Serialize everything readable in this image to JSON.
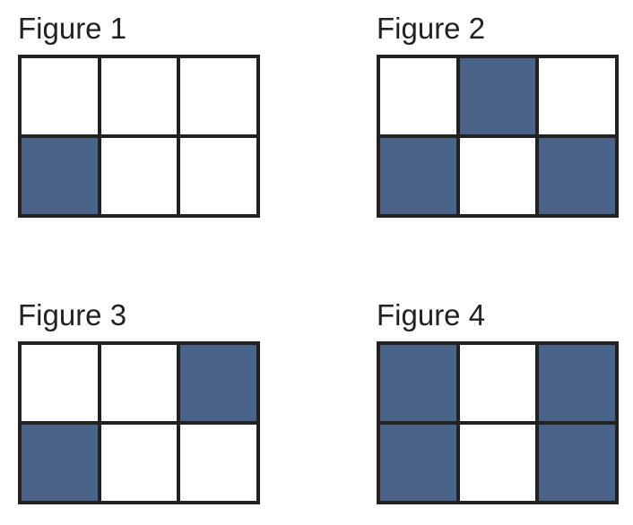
{
  "fill_color": "#4a6388",
  "line_color": "#222222",
  "figures": [
    {
      "title": "Figure 1",
      "cells": [
        [
          false,
          false,
          false
        ],
        [
          true,
          false,
          false
        ]
      ]
    },
    {
      "title": "Figure 2",
      "cells": [
        [
          false,
          true,
          false
        ],
        [
          true,
          false,
          true
        ]
      ]
    },
    {
      "title": "Figure 3",
      "cells": [
        [
          false,
          false,
          true
        ],
        [
          true,
          false,
          false
        ]
      ]
    },
    {
      "title": "Figure 4",
      "cells": [
        [
          true,
          false,
          true
        ],
        [
          true,
          false,
          true
        ]
      ]
    }
  ]
}
